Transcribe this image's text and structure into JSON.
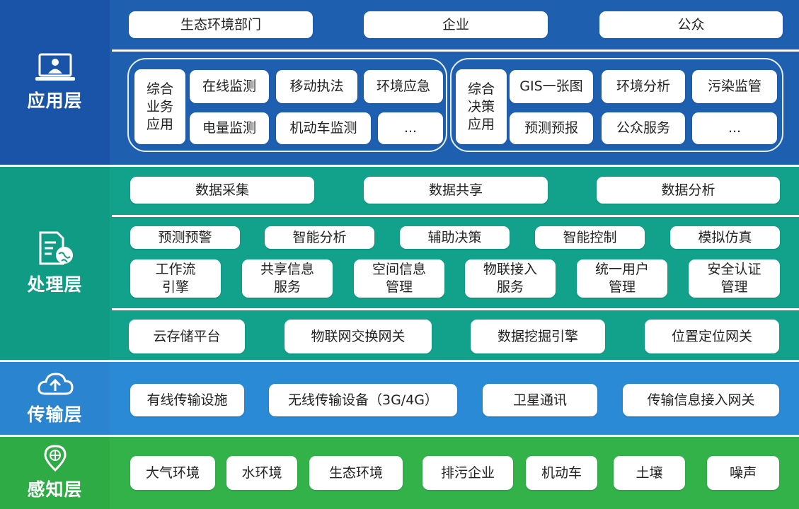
{
  "layers": {
    "application": {
      "name": "应用层",
      "icon": "user-monitor-icon",
      "top_row": [
        "生态环境部门",
        "企业",
        "公众"
      ],
      "group_left": {
        "title": "综合\n业务\n应用",
        "items": [
          "在线监测",
          "移动执法",
          "环境应急",
          "电量监测",
          "机动车监测",
          "..."
        ]
      },
      "group_right": {
        "title": "综合\n决策\n应用",
        "items": [
          "GIS一张图",
          "环境分析",
          "污染监管",
          "预测预报",
          "公众服务",
          "..."
        ]
      }
    },
    "processing": {
      "name": "处理层",
      "icon": "document-globe-icon",
      "row1": [
        "数据采集",
        "数据共享",
        "数据分析"
      ],
      "row2": [
        "预测预警",
        "智能分析",
        "辅助决策",
        "智能控制",
        "模拟仿真"
      ],
      "row3": [
        "工作流\n引擎",
        "共享信息\n服务",
        "空间信息\n管理",
        "物联接入\n服务",
        "统一用户\n管理",
        "安全认证\n管理"
      ],
      "row4": [
        "云存储平台",
        "物联网交换网关",
        "数据挖掘引擎",
        "位置定位网关"
      ]
    },
    "transmission": {
      "name": "传输层",
      "icon": "cloud-upload-icon",
      "items": [
        "有线传输设施",
        "无线传输设备（3G/4G）",
        "卫星通讯",
        "传输信息接入网关"
      ]
    },
    "perception": {
      "name": "感知层",
      "icon": "location-globe-icon",
      "items": [
        "大气环境",
        "水环境",
        "生态环境",
        "排污企业",
        "机动车",
        "土壤",
        "噪声"
      ]
    }
  },
  "colors": {
    "application": "#1e5fb0",
    "processing": "#12a28b",
    "transmission": "#2a8ad6",
    "perception": "#33b24a",
    "box": "#ffffff"
  }
}
